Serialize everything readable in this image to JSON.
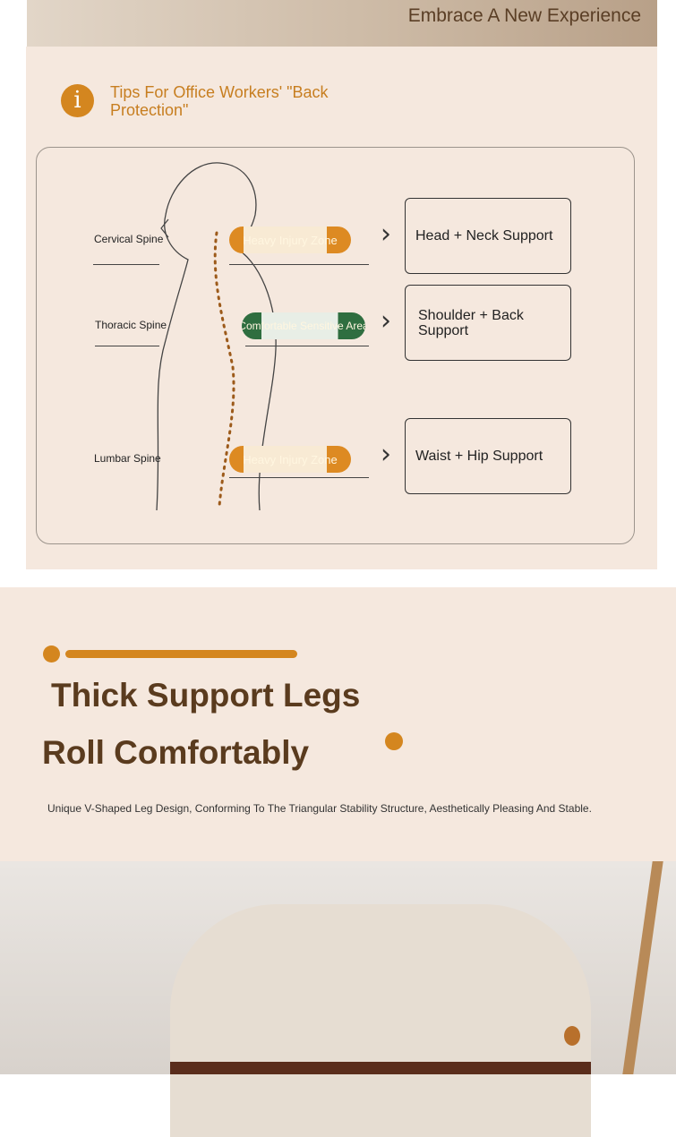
{
  "banner": {
    "text": "Embrace A New Experience"
  },
  "tips": {
    "icon": "info-icon",
    "title": "Tips For Office Workers' \"Back Protection\""
  },
  "spine": {
    "rows": [
      {
        "label": "Cervical Spine",
        "zone": "Heavy Injury Zone",
        "zone_color": "#dd8a22",
        "support": "Head + Neck Support"
      },
      {
        "label": "Thoracic Spine",
        "zone": "Comfortable Sensitive Area",
        "zone_color": "#2f6e40",
        "support": "Shoulder + Back Support"
      },
      {
        "label": "Lumbar Spine",
        "zone": "Heavy Injury Zone",
        "zone_color": "#dd8a22",
        "support": "Waist + Hip Support"
      }
    ]
  },
  "legs": {
    "title1": "Thick Support Legs",
    "title2": "Roll Comfortably",
    "description": "Unique V-Shaped Leg Design, Conforming To The Triangular Stability Structure, Aesthetically Pleasing And Stable."
  },
  "colors": {
    "accent": "#d4861f",
    "heading": "#5a3b1e",
    "panel": "#f5e8de"
  }
}
